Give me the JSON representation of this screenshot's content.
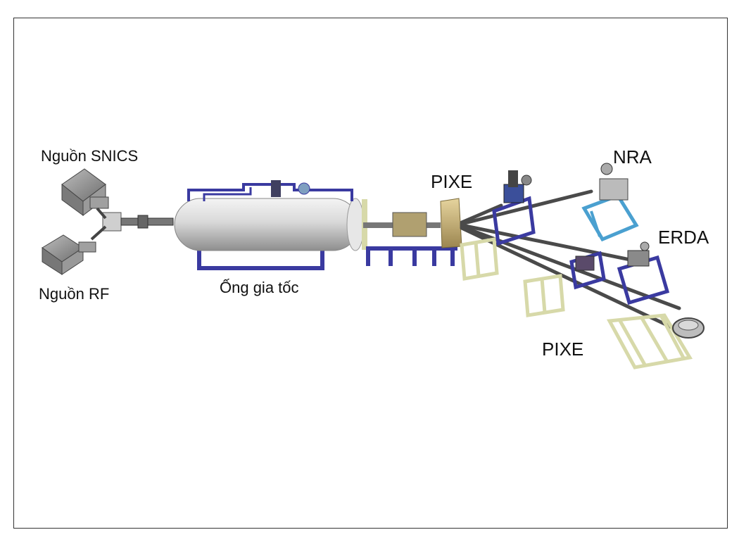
{
  "labels": {
    "snics": "Nguồn SNICS",
    "rf": "Nguồn RF",
    "accelerator": "Ống gia tốc",
    "pixe_top": "PIXE",
    "nra": "NRA",
    "erda": "ERDA",
    "pixe_bottom": "PIXE"
  },
  "colors": {
    "frame": "#d7d9a9",
    "frame_blue": "#3a3aa0",
    "frame_cyan": "#4aa0d0",
    "tank": "#dcdcdc",
    "beamline": "#555555",
    "magnet": "#c7b07a"
  }
}
